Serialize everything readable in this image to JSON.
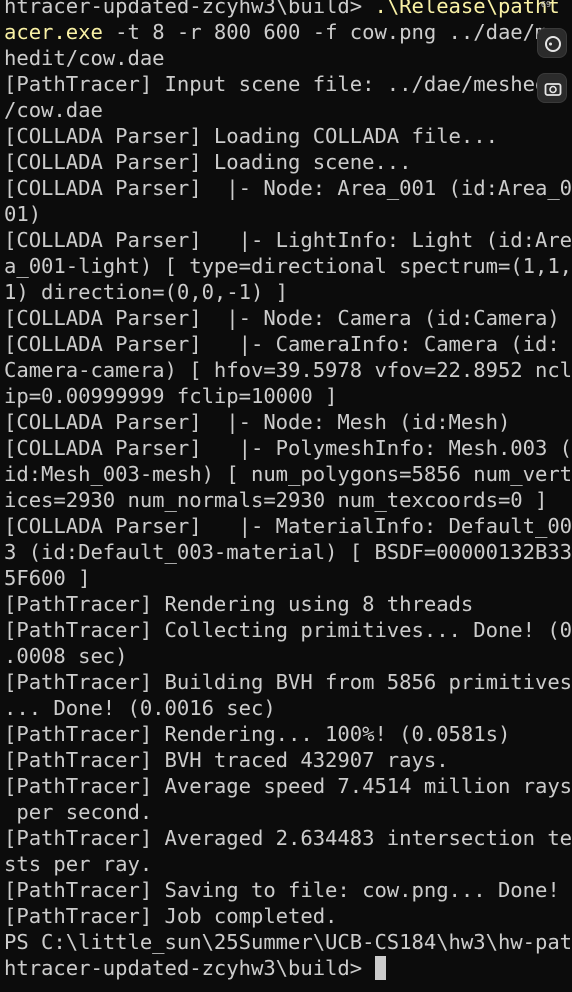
{
  "terminal": {
    "lines": [
      [
        {
          "t": "htracer-updated-zcyhw3\\build> ",
          "c": "normal"
        },
        {
          "t": ".\\Release\\patht",
          "c": "yellow"
        }
      ],
      [
        {
          "t": "acer.exe",
          "c": "yellow"
        },
        {
          "t": " -t 8 -r 800 600 -f cow.png ../dae/m",
          "c": "normal"
        }
      ],
      [
        {
          "t": "hedit/cow.dae",
          "c": "normal"
        }
      ],
      [
        {
          "t": "[PathTracer] Input scene file: ../dae/meshed",
          "c": "normal"
        }
      ],
      [
        {
          "t": "/cow.dae",
          "c": "normal"
        }
      ],
      [
        {
          "t": "[COLLADA Parser] Loading COLLADA file...",
          "c": "normal"
        }
      ],
      [
        {
          "t": "[COLLADA Parser] Loading scene...",
          "c": "normal"
        }
      ],
      [
        {
          "t": "[COLLADA Parser]  |- Node: Area_001 (id:Area_0",
          "c": "normal"
        }
      ],
      [
        {
          "t": "01)",
          "c": "normal"
        }
      ],
      [
        {
          "t": "[COLLADA Parser]   |- LightInfo: Light (id:Are",
          "c": "normal"
        }
      ],
      [
        {
          "t": "a_001-light) [ type=directional spectrum=(1,1,",
          "c": "normal"
        }
      ],
      [
        {
          "t": "1) direction=(0,0,-1) ]",
          "c": "normal"
        }
      ],
      [
        {
          "t": "[COLLADA Parser]  |- Node: Camera (id:Camera)",
          "c": "normal"
        }
      ],
      [
        {
          "t": "[COLLADA Parser]   |- CameraInfo: Camera (id:",
          "c": "normal"
        }
      ],
      [
        {
          "t": "Camera-camera) [ hfov=39.5978 vfov=22.8952 ncl",
          "c": "normal"
        }
      ],
      [
        {
          "t": "ip=0.00999999 fclip=10000 ]",
          "c": "normal"
        }
      ],
      [
        {
          "t": "[COLLADA Parser]  |- Node: Mesh (id:Mesh)",
          "c": "normal"
        }
      ],
      [
        {
          "t": "[COLLADA Parser]   |- PolymeshInfo: Mesh.003 (",
          "c": "normal"
        }
      ],
      [
        {
          "t": "id:Mesh_003-mesh) [ num_polygons=5856 num_vert",
          "c": "normal"
        }
      ],
      [
        {
          "t": "ices=2930 num_normals=2930 num_texcoords=0 ]",
          "c": "normal"
        }
      ],
      [
        {
          "t": "[COLLADA Parser]   |- MaterialInfo: Default_00",
          "c": "normal"
        }
      ],
      [
        {
          "t": "3 (id:Default_003-material) [ BSDF=00000132B33",
          "c": "normal"
        }
      ],
      [
        {
          "t": "5F600 ]",
          "c": "normal"
        }
      ],
      [
        {
          "t": "[PathTracer] Rendering using 8 threads",
          "c": "normal"
        }
      ],
      [
        {
          "t": "[PathTracer] Collecting primitives... Done! (0",
          "c": "normal"
        }
      ],
      [
        {
          "t": ".0008 sec)",
          "c": "normal"
        }
      ],
      [
        {
          "t": "[PathTracer] Building BVH from 5856 primitives",
          "c": "normal"
        }
      ],
      [
        {
          "t": "... Done! (0.0016 sec)",
          "c": "normal"
        }
      ],
      [
        {
          "t": "[PathTracer] Rendering... 100%! (0.0581s)",
          "c": "normal"
        }
      ],
      [
        {
          "t": "[PathTracer] BVH traced 432907 rays.",
          "c": "normal"
        }
      ],
      [
        {
          "t": "[PathTracer] Average speed 7.4514 million rays",
          "c": "normal"
        }
      ],
      [
        {
          "t": " per second.",
          "c": "normal"
        }
      ],
      [
        {
          "t": "[PathTracer] Averaged 2.634483 intersection te",
          "c": "normal"
        }
      ],
      [
        {
          "t": "sts per ray.",
          "c": "normal"
        }
      ],
      [
        {
          "t": "[PathTracer] Saving to file: cow.png... Done!",
          "c": "normal"
        }
      ],
      [
        {
          "t": "[PathTracer] Job completed.",
          "c": "normal"
        }
      ],
      [
        {
          "t": "PS C:\\little_sun\\25Summer\\UCB-CS184\\hw3\\hw-pat",
          "c": "normal"
        }
      ],
      [
        {
          "t": "htracer-updated-zcyhw3\\build> ",
          "c": "normal"
        }
      ]
    ],
    "corner_number": "69",
    "colors": {
      "background": "#0c0c0c",
      "text": "#cccccc",
      "command": "#f9f1a5"
    }
  }
}
